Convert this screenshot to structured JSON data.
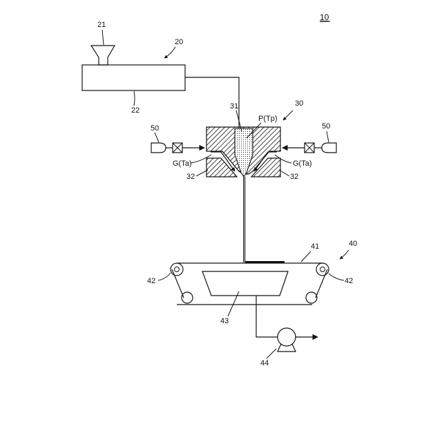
{
  "figure": {
    "number": "10",
    "labels": {
      "hopper": "21",
      "extruder": "20",
      "extruder_body": "22",
      "nozzle": "31",
      "polymer": "P(Tp)",
      "spinning_head": "30",
      "gas_supply_left": "50",
      "gas_supply_right": "50",
      "gas_left": "G(Ta)",
      "gas_right": "G(Ta)",
      "gas_channel_left": "32",
      "gas_channel_right": "32",
      "conveyor_belt": "41",
      "collector": "40",
      "roller_left": "42",
      "roller_right": "42",
      "suction_box": "43",
      "pump": "44"
    }
  }
}
